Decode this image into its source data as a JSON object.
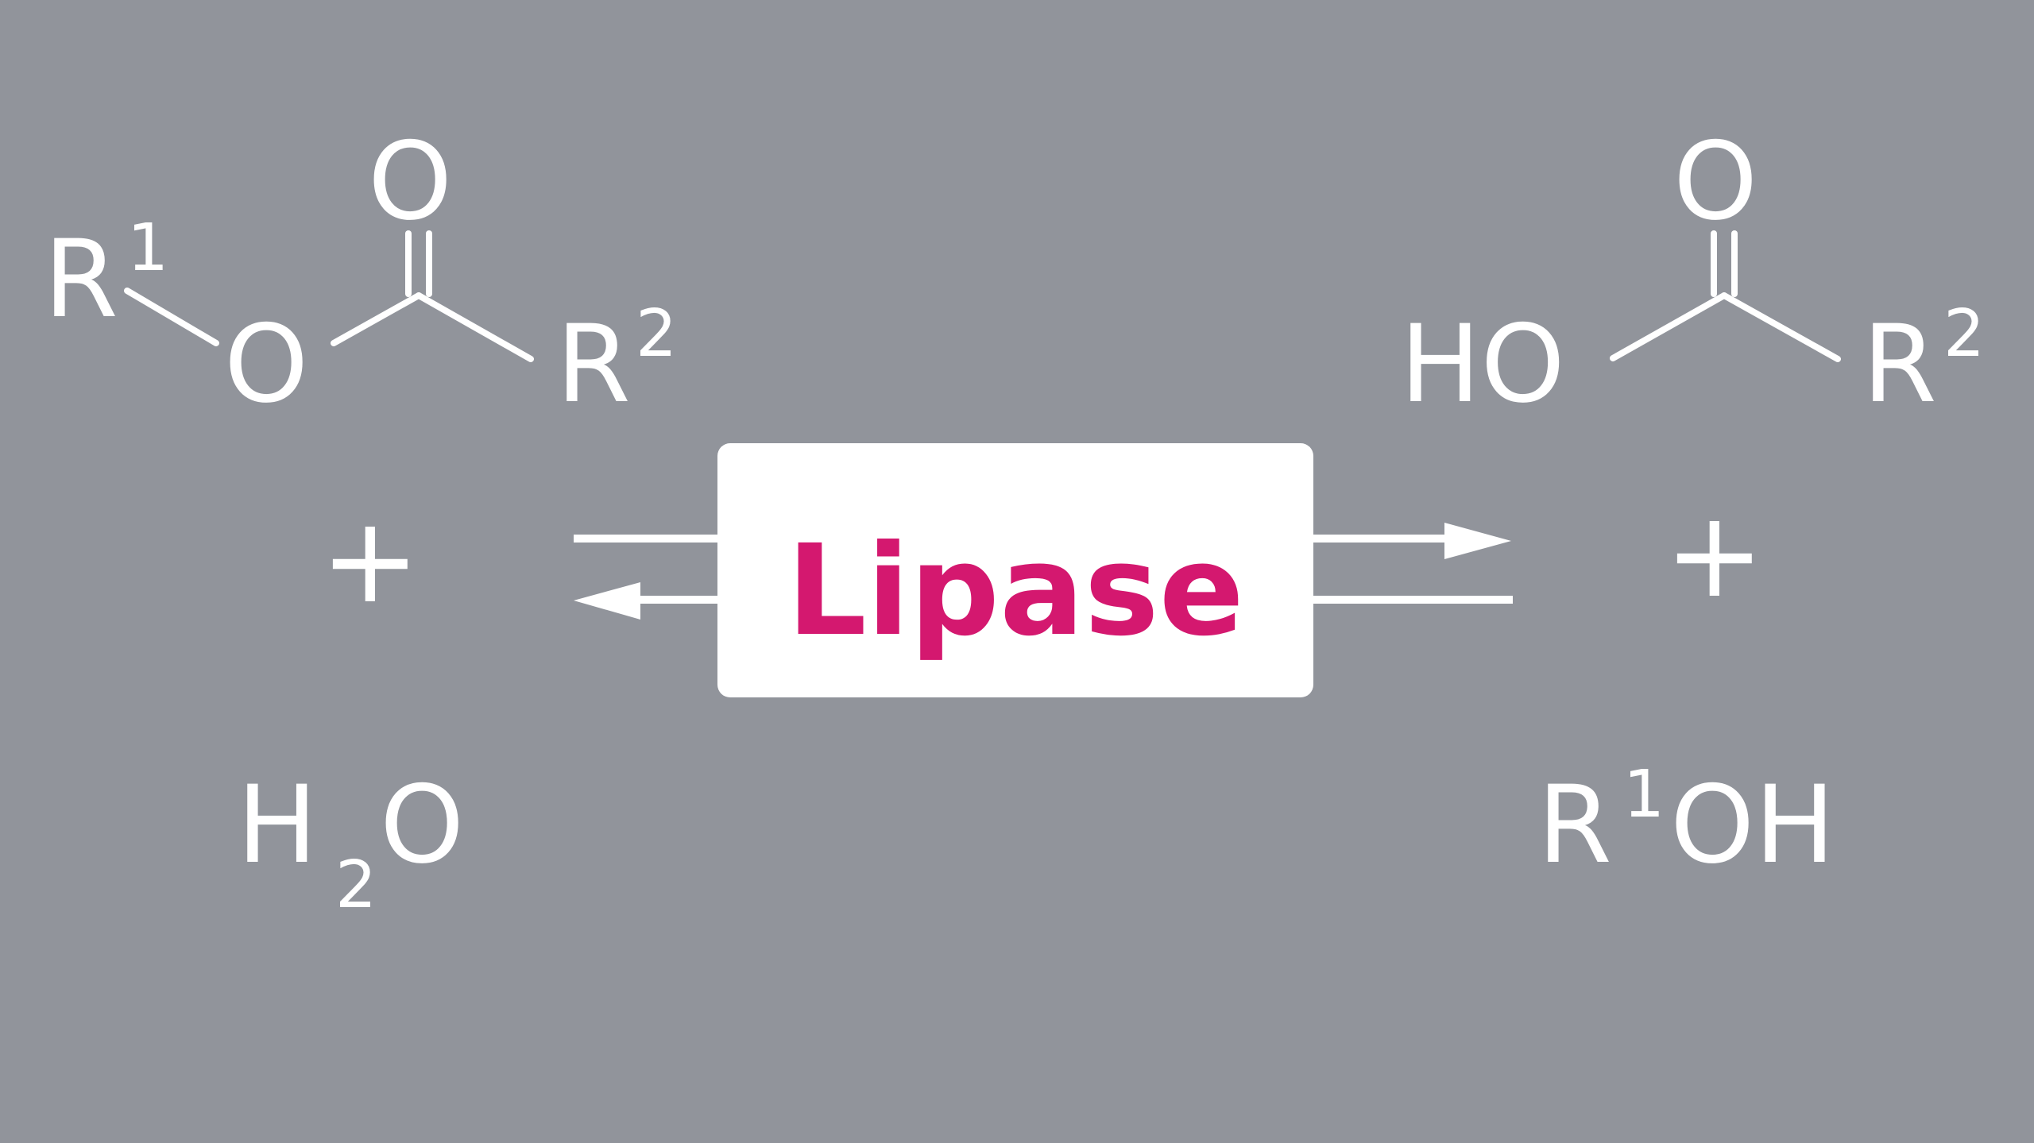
{
  "colors": {
    "background": "#91949b",
    "foreground": "#ffffff",
    "enzyme_box": "#ffffff",
    "enzyme_text": "#d4186f"
  },
  "reactants": {
    "ester": {
      "r1": "R",
      "r1_index": "1",
      "ester_o": "O",
      "carbonyl_o": "O",
      "r2": "R",
      "r2_index": "2"
    },
    "plus": "+",
    "water": {
      "h": "H",
      "h_count": "2",
      "o": "O"
    }
  },
  "enzyme": {
    "label": "Lipase"
  },
  "products": {
    "acid": {
      "ho": "HO",
      "carbonyl_o": "O",
      "r2": "R",
      "r2_index": "2"
    },
    "plus": "+",
    "alcohol": {
      "r": "R",
      "r_index": "1",
      "oh": "OH"
    }
  }
}
